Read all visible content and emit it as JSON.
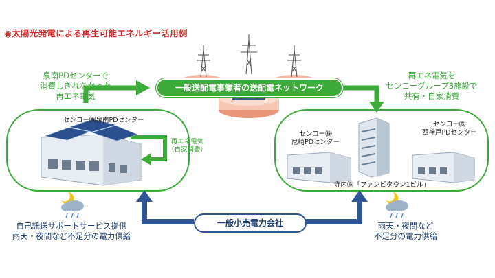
{
  "title": "◉太陽光発電による再生可能エネルギー活用例",
  "left_note": [
    "泉南PDセンターで",
    "消費しきれなかった",
    "再エネ電気"
  ],
  "right_note": [
    "再エネ電気を",
    "センコーグループ3施設で",
    "共有・自家消費"
  ],
  "network_label": "一般送配電事業者の送配電ネットワーク",
  "retail_label": "一般小売電力会社",
  "senan_label": "センコー㈱泉南PDセンター",
  "self_use_label": [
    "再エネ電気",
    "（自家消費）"
  ],
  "amagasaki_label": [
    "センコー㈱",
    "尼崎PDセンター"
  ],
  "nishikobe_label": [
    "センコー㈱",
    "西神戸PDセンター"
  ],
  "funbi_label": "寺内㈱「ファンビタウン1ビル」",
  "left_bottom_note": [
    "自己託送サポートサービス提供",
    "雨天・夜間など不足分の電力供給"
  ],
  "right_bottom_note": [
    "雨天・夜間など",
    "不足分の電力供給"
  ],
  "colors": {
    "title": "#d32f2f",
    "green": "#3cab3a",
    "navy": "#1d3c6e",
    "blue_arrow": "#2f5597"
  },
  "icons": [
    "transmission-tower-icon",
    "control-room-icon",
    "warehouse-icon",
    "solar-panel-icon",
    "office-building-icon",
    "moon-cloud-rain-icon"
  ]
}
